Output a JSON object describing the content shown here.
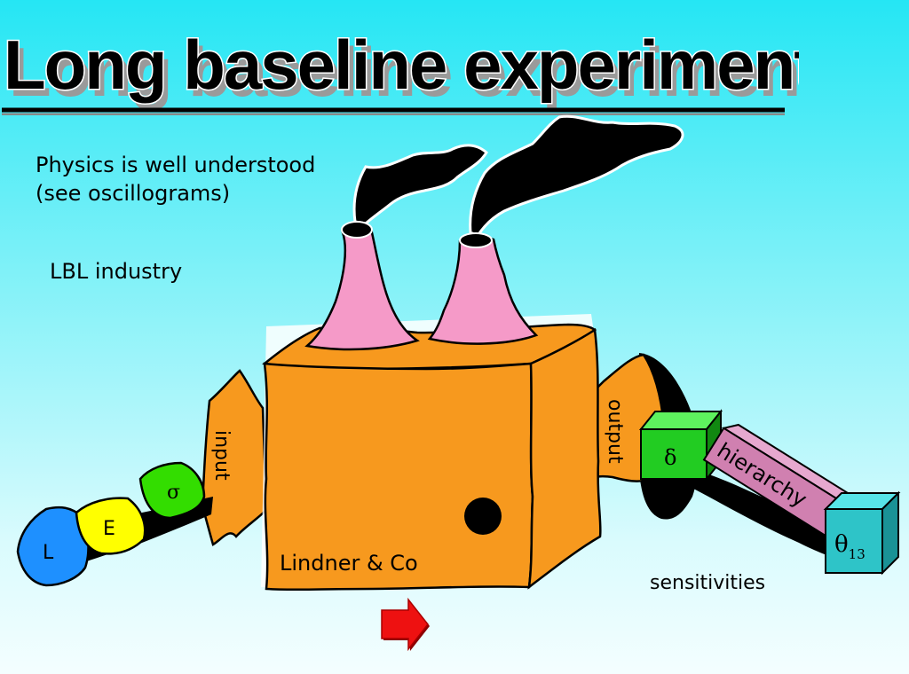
{
  "slide": {
    "title": "Long baseline experiments",
    "notes": {
      "physics_line1": "Physics is well understood",
      "physics_line2": "(see oscillograms)",
      "industry": "LBL industry",
      "sensitivities": "sensitivities"
    },
    "factory": {
      "company": "Lindner & Co",
      "input_label": "input",
      "output_label": "output"
    },
    "inputs": [
      "L",
      "E",
      "σ"
    ],
    "outputs": {
      "delta": "δ",
      "hierarchy": "hierarchy",
      "theta": "θ",
      "theta_sub": "13"
    }
  },
  "colors": {
    "background_top": "#25e6f4",
    "factory": "#f7991e",
    "chimney": "#f59ac8",
    "input_L": "#1e90ff",
    "input_E": "#ffff00",
    "input_sigma": "#33dd00",
    "delta_cube": "#22cc22",
    "hierarchy_bar": "#d080b0",
    "theta_cube": "#2ec4c8",
    "arrow": "#ee1111"
  },
  "icons": {
    "nav_arrow": "red-right-arrow-icon"
  }
}
